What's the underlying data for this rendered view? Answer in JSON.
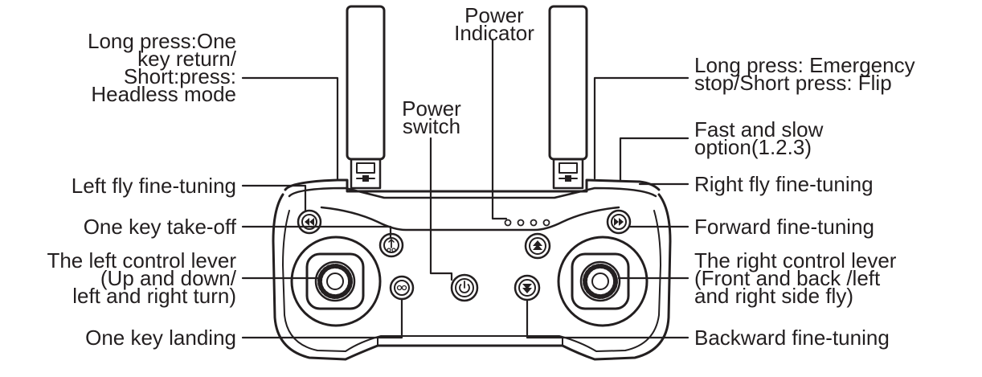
{
  "labels": {
    "long_press_one_key": "Long press:One\nkey return/\nShort:press:\nHeadless mode",
    "power_indicator": "Power\nIndicator",
    "power_switch": "Power\nswitch",
    "long_press_emergency": "Long press: Emergency\nstop/Short press: Flip",
    "fast_slow": "Fast and slow\noption(1.2.3)",
    "left_fly_fine_tuning": "Left fly fine-tuning",
    "right_fly_fine_tuning": "Right fly fine-tuning",
    "one_key_takeoff": "One key take-off",
    "forward_fine_tuning": "Forward fine-tuning",
    "left_control_lever": "The left control lever\n(Up and down/\nleft and right turn)",
    "right_control_lever": "The right control lever\n(Front and back /left\nand right side fly)",
    "one_key_landing": "One key landing",
    "backward_fine_tuning": "Backward fine-tuning"
  },
  "colors": {
    "ink": "#231f20",
    "background": "#ffffff"
  }
}
